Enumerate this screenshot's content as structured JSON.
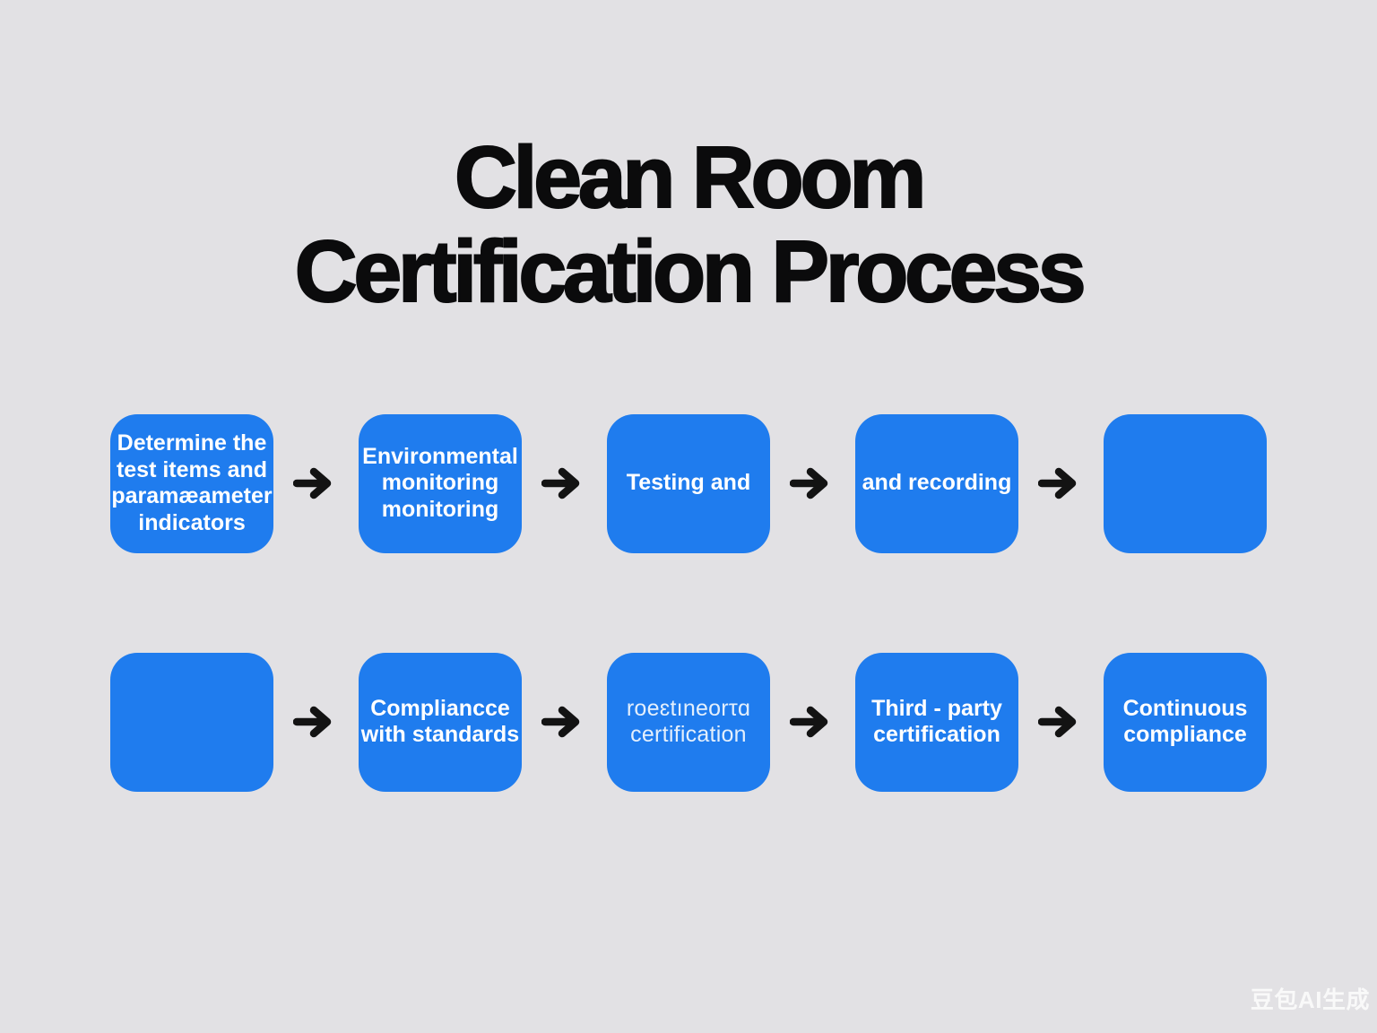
{
  "title": {
    "line1": "Clean Room",
    "line2": "Certification Process"
  },
  "flow": {
    "rows": [
      {
        "boxes": [
          {
            "name": "determine-test-items",
            "lines": [
              "Determine the",
              "test items and",
              "paramæameter",
              "indicators"
            ]
          },
          {
            "name": "environmental-monitoring",
            "lines": [
              "Environmental",
              "monitoring",
              "monitoring"
            ]
          },
          {
            "name": "testing-and",
            "lines": [
              "Testing and"
            ]
          },
          {
            "name": "and-recording",
            "lines": [
              "and recording"
            ]
          },
          {
            "name": "empty-1",
            "lines": []
          }
        ]
      },
      {
        "boxes": [
          {
            "name": "empty-2",
            "lines": []
          },
          {
            "name": "compliance-with-standards",
            "lines": [
              "Compliancce",
              "with standards"
            ]
          },
          {
            "name": "garbled-certification",
            "lines": [
              "roeɛtıneorτɑ",
              "certification"
            ],
            "style": "light"
          },
          {
            "name": "third-party-certification",
            "lines": [
              "Third - party",
              "certification"
            ]
          },
          {
            "name": "continuous-compliance",
            "lines": [
              "Continuous",
              "compliance"
            ]
          }
        ]
      }
    ]
  },
  "watermark": {
    "text": "豆包AI生成"
  },
  "colors": {
    "background": "#e2e1e4",
    "title": "#0b0b0c",
    "box_blue": "#1f7cee",
    "box_text": "#ffffff",
    "arrow": "#131313",
    "watermark": "rgba(255,255,255,0.78)"
  }
}
